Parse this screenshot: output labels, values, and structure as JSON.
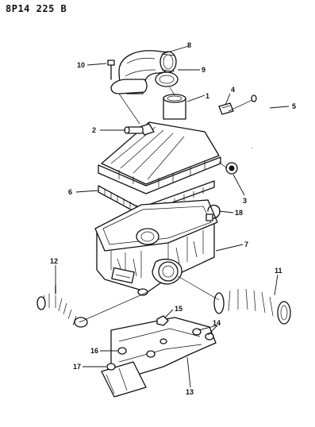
{
  "diagram": {
    "code": "8P14 225 B",
    "callouts": [
      {
        "id": "1",
        "label": "1"
      },
      {
        "id": "2",
        "label": "2"
      },
      {
        "id": "3",
        "label": "3"
      },
      {
        "id": "4",
        "label": "4"
      },
      {
        "id": "5",
        "label": "5"
      },
      {
        "id": "6",
        "label": "6"
      },
      {
        "id": "7",
        "label": "7"
      },
      {
        "id": "8",
        "label": "8"
      },
      {
        "id": "9",
        "label": "9"
      },
      {
        "id": "10",
        "label": "10"
      },
      {
        "id": "11",
        "label": "11"
      },
      {
        "id": "12",
        "label": "12"
      },
      {
        "id": "13",
        "label": "13"
      },
      {
        "id": "14",
        "label": "14"
      },
      {
        "id": "15",
        "label": "15"
      },
      {
        "id": "16",
        "label": "16"
      },
      {
        "id": "17",
        "label": "17"
      },
      {
        "id": "18",
        "label": "18"
      }
    ]
  }
}
